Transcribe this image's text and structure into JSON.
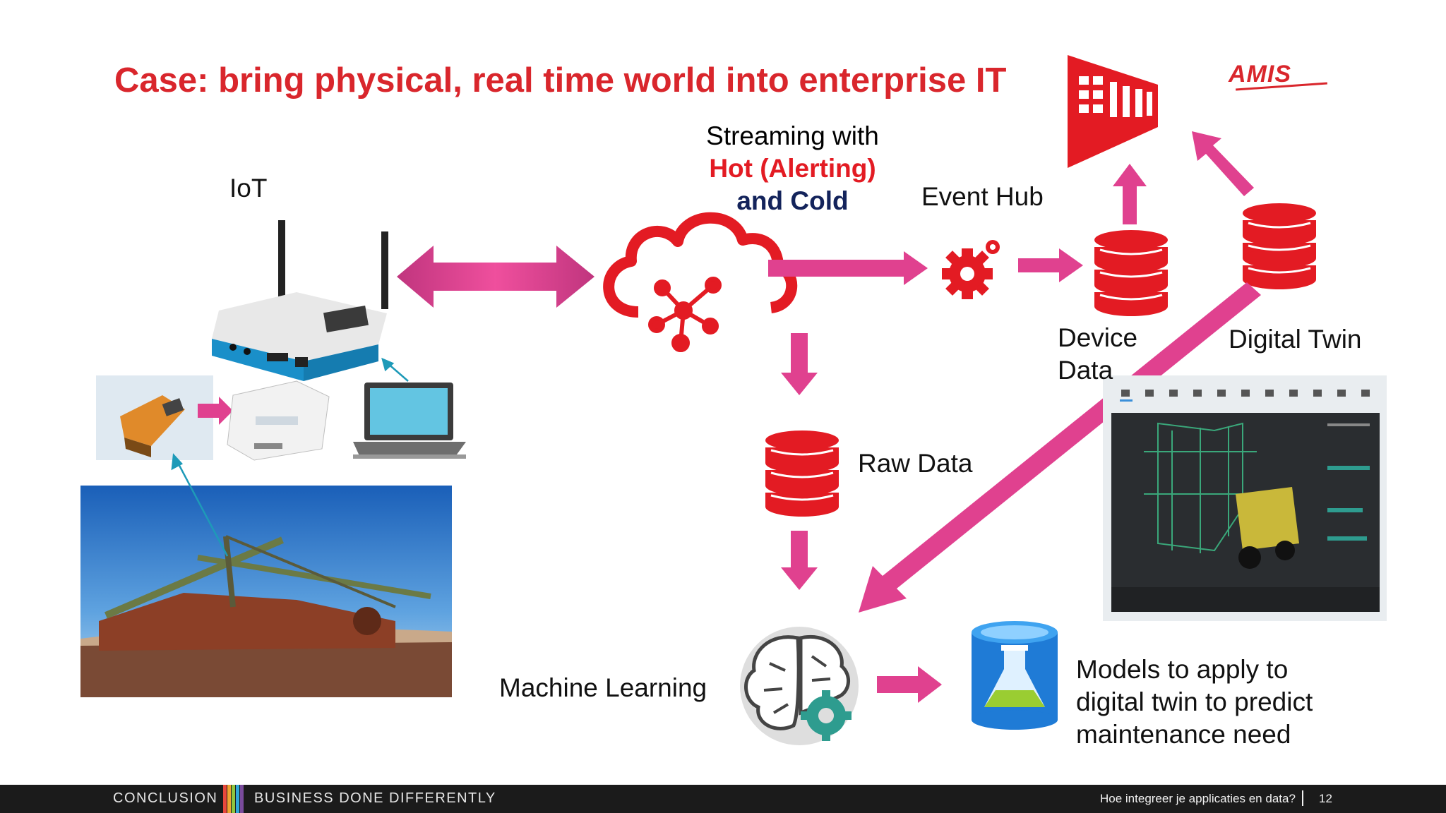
{
  "slide": {
    "title": "Case: bring physical, real time world into enterprise IT",
    "logo_text": "AMIS",
    "labels": {
      "iot": "IoT",
      "streaming_line1": "Streaming with",
      "streaming_hot": "Hot (Alerting)",
      "streaming_cold": "and Cold",
      "event_hub": "Event Hub",
      "device_data_line1": "Device",
      "device_data_line2": "Data",
      "digital_twin": "Digital Twin",
      "raw_data": "Raw Data",
      "machine_learning": "Machine Learning",
      "models_line1": "Models to apply to",
      "models_line2": "digital twin to predict",
      "models_line3": "maintenance need"
    },
    "icons": [
      "iot-gateway-icon",
      "sensor-module-icon",
      "gateway-box-icon",
      "laptop-icon",
      "cloud-network-icon",
      "gear-icon",
      "database-icon",
      "analytics-bars-icon",
      "brain-gear-icon",
      "flask-cylinder-icon"
    ],
    "colors": {
      "accent_red": "#d9262c",
      "arrow_pink": "#e0418f",
      "cold_navy": "#13235b",
      "db_red": "#e31b23"
    }
  },
  "footer": {
    "left_brand": "CONCLUSION",
    "right_brand": "BUSINESS DONE DIFFERENTLY",
    "caption": "Hoe integreer je applicaties en data?",
    "page_number": "12"
  }
}
